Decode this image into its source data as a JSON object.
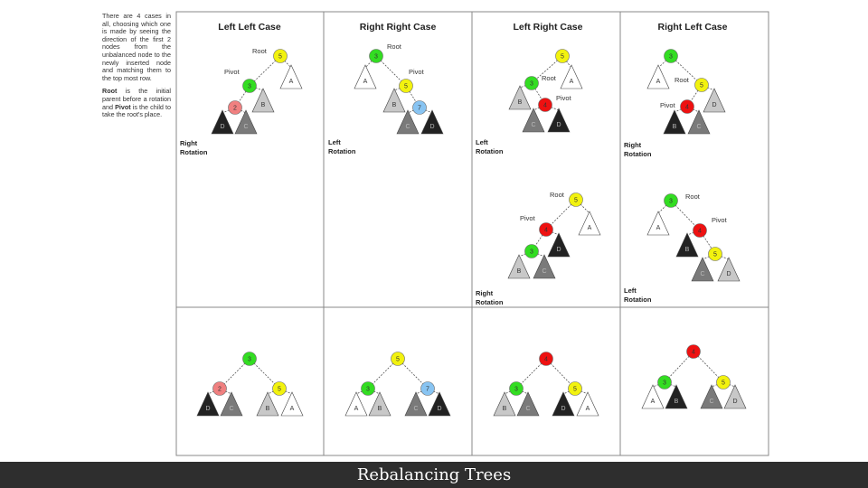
{
  "sidebar": {
    "intro": "There are 4 cases in all, choosing which one is made by seeing the direction of the first 2 nodes from the unbalanced node to the newly inserted node and matching them to the top most row.",
    "root_word": "Root",
    "def_mid1": " is the initial parent before a rotation and ",
    "pivot_word": "Pivot",
    "def_mid2": " is the child to take the root's place."
  },
  "columns": [
    {
      "title": "Left Left Case"
    },
    {
      "title": "Right Right Case"
    },
    {
      "title": "Left Right Case"
    },
    {
      "title": "Right Left Case"
    }
  ],
  "rotation_labels": {
    "ll": [
      "Right",
      "Rotation"
    ],
    "rr": [
      "Left",
      "Rotation"
    ],
    "lr1": [
      "Left",
      "Rotation"
    ],
    "rl1": [
      "Right",
      "Rotation"
    ],
    "lr2": [
      "Right",
      "Rotation"
    ],
    "rl2": [
      "Left",
      "Rotation"
    ]
  },
  "role_labels": {
    "root": "Root",
    "pivot": "Pivot"
  },
  "colors": {
    "yellow": "#f2f20f",
    "green": "#33dd22",
    "red": "#ee1111",
    "pink": "#f08080",
    "blue": "#88c4f2",
    "tri_black": "#222222",
    "tri_gray": "#7a7a7a",
    "tri_light": "#c8c8c8",
    "tri_white": "#ffffff",
    "grid": "#888888",
    "caption_bg": "#2e2e2e"
  },
  "caption": "Rebalancing Trees"
}
